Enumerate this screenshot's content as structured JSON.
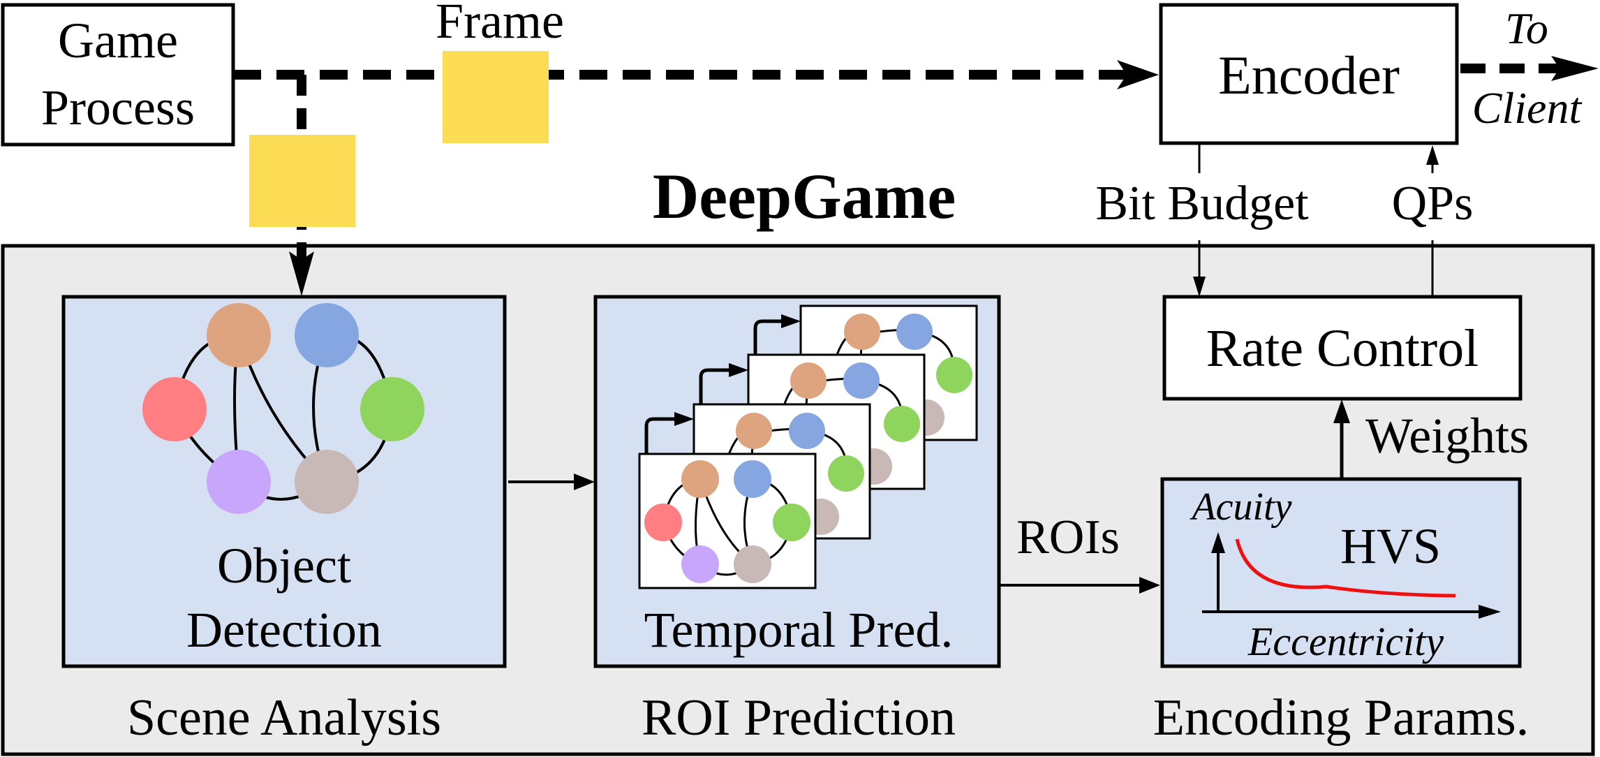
{
  "labels": {
    "game_process_line1": "Game",
    "game_process_line2": "Process",
    "frame": "Frame",
    "encoder": "Encoder",
    "to": "To",
    "client": "Client",
    "deepgame": "DeepGame",
    "bit_budget": "Bit Budget",
    "qps": "QPs",
    "rate_control": "Rate Control",
    "weights": "Weights",
    "object_line1": "Object",
    "object_line2": "Detection",
    "temporal_pred": "Temporal Pred.",
    "rois": "ROIs",
    "acuity": "Acuity",
    "hvs": "HVS",
    "eccentricity": "Eccentricity",
    "scene_analysis": "Scene Analysis",
    "roi_prediction": "ROI Prediction",
    "encoding_params": "Encoding Params."
  },
  "colors": {
    "frame_yellow": "#fddc55",
    "panel_gray": "#ebebeb",
    "panel_blue": "#d6e0f3",
    "curve_red": "#ee1111",
    "node_tan": "#dda47f",
    "node_blue": "#85a6e0",
    "node_red": "#fe7e82",
    "node_green": "#8fd45d",
    "node_purple": "#c7a6fb",
    "node_gray": "#c8b8b6"
  }
}
